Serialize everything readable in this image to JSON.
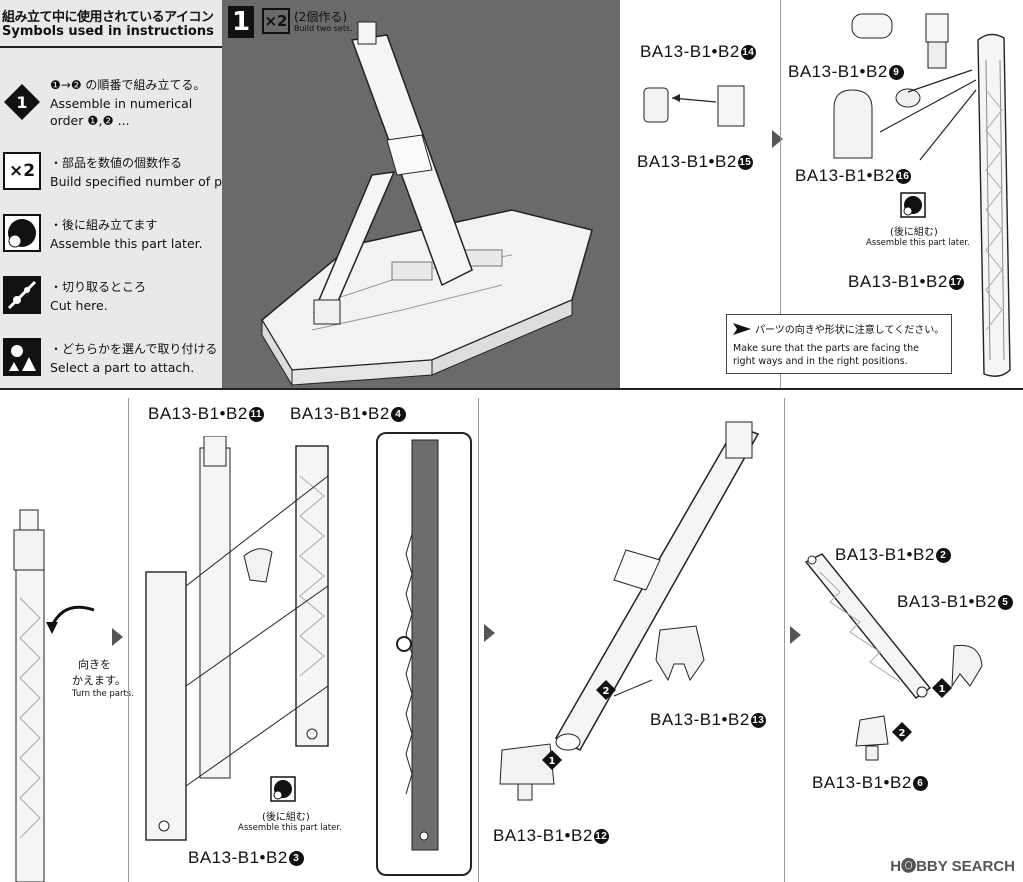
{
  "legend": {
    "title_jp": "組み立て中に使用されているアイコン",
    "title_en": "Symbols used in instructions",
    "items": [
      {
        "icon": "numbered-order-icon",
        "glyph": "1",
        "jp": "❶→❷ の順番で組み立てる。",
        "en1": "Assemble in numerical",
        "en2": "order ❶,❷ ..."
      },
      {
        "icon": "build-count-icon",
        "glyph": "×2",
        "jp": "・部品を数値の個数作る",
        "en1": "Build specified number of parts.",
        "en2": ""
      },
      {
        "icon": "assemble-later-icon",
        "glyph": "",
        "jp": "・後に組み立てます",
        "en1": "Assemble this part later.",
        "en2": ""
      },
      {
        "icon": "cut-here-icon",
        "glyph": "",
        "jp": "・切り取るところ",
        "en1": "Cut here.",
        "en2": ""
      },
      {
        "icon": "select-part-icon",
        "glyph": "",
        "jp": "・どちらかを選んで取り付ける",
        "en1": "Select a part to attach.",
        "en2": ""
      }
    ]
  },
  "step": {
    "number": "1",
    "count": "×2",
    "count_jp": "(2個作る)",
    "count_en": "Build two sets."
  },
  "parts": {
    "p14": "BA13-B1•B2",
    "p14n": "14",
    "p15": "BA13-B1•B2",
    "p15n": "15",
    "p9": "BA13-B1•B2",
    "p9n": "9",
    "p16": "BA13-B1•B2",
    "p16n": "16",
    "p17": "BA13-B1•B2",
    "p17n": "17",
    "p11": "BA13-B1•B2",
    "p11n": "11",
    "p4": "BA13-B1•B2",
    "p4n": "4",
    "p3": "BA13-B1•B2",
    "p3n": "3",
    "p13": "BA13-B1•B2",
    "p13n": "13",
    "p12": "BA13-B1•B2",
    "p12n": "12",
    "p2": "BA13-B1•B2",
    "p2n": "2",
    "p5": "BA13-B1•B2",
    "p5n": "5",
    "p6": "BA13-B1•B2",
    "p6n": "6"
  },
  "notes": {
    "later_jp_top": "(後に組む)",
    "later_en_top": "Assemble this part later.",
    "facing_jp": "パーツの向きや形状に注意してください。",
    "facing_en1": "Make sure that the parts are facing the",
    "facing_en2": "right ways and in the right positions.",
    "turn_jp1": "向きを",
    "turn_jp2": "かえます。",
    "turn_en": "Turn the parts.",
    "later_jp_bottom": "(後に組む)",
    "later_en_bottom": "Assemble this part later.",
    "step1": "1",
    "step2": "2"
  },
  "watermark": "H🅞BBY SEARCH"
}
